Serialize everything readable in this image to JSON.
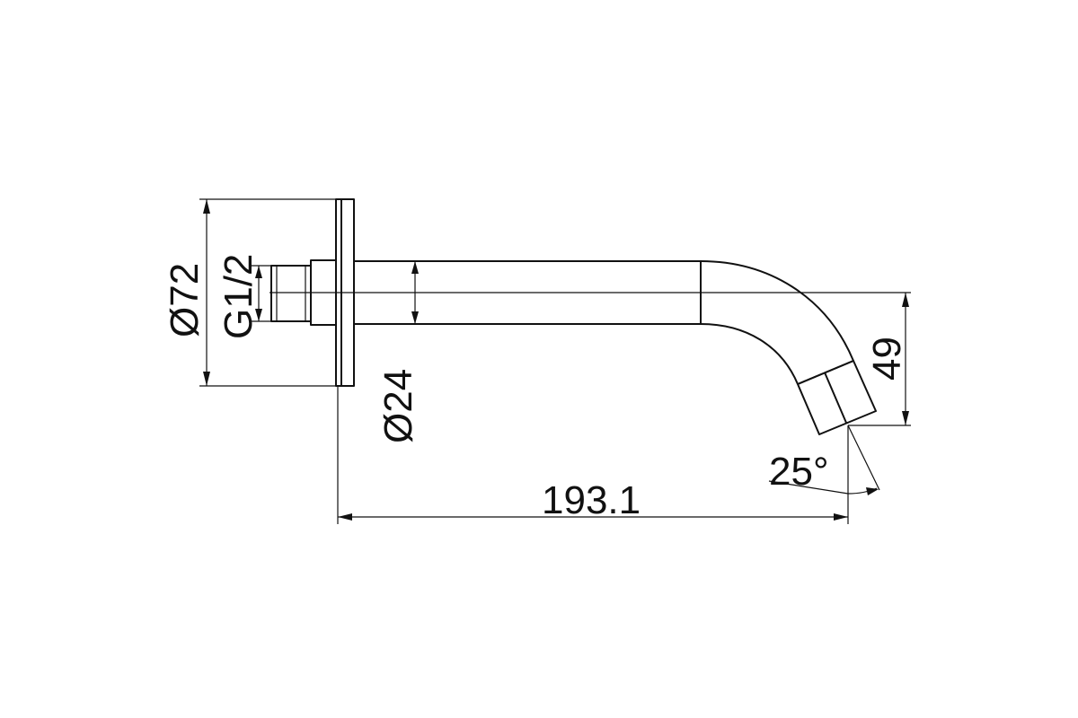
{
  "drawing": {
    "subject": "wall-mounted bath spout",
    "line_color": "#111111",
    "background_color": "#ffffff",
    "dimensions": {
      "flange_diameter": "Ø72",
      "thread_size": "G1/2",
      "pipe_diameter": "Ø24",
      "drop_height": "49",
      "outlet_angle": "25°",
      "projection_length": "193.1"
    }
  }
}
